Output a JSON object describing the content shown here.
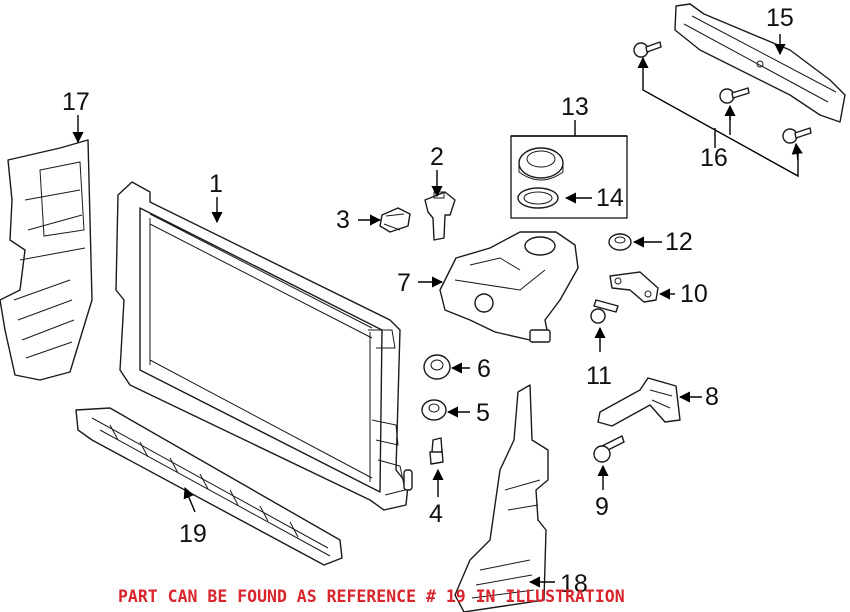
{
  "diagram": {
    "callouts": [
      "1",
      "2",
      "3",
      "4",
      "5",
      "6",
      "7",
      "8",
      "9",
      "10",
      "11",
      "12",
      "13",
      "14",
      "15",
      "16",
      "17",
      "18",
      "19"
    ],
    "footer_note": "PART CAN BE FOUND AS REFERENCE # 19 IN ILLUSTRATION",
    "note_color": "#d8262c",
    "line_color": "#1a1a1a",
    "parts": [
      "radiator",
      "bleed-valve",
      "rubber-mount",
      "bolt",
      "mount-bushing",
      "mount-bushing-upper",
      "expansion-tank",
      "bracket",
      "bolt",
      "bracket",
      "bolt",
      "bushing",
      "cap-assembly",
      "seal-ring",
      "upper-cover-panel",
      "bolts",
      "side-air-duct-left",
      "side-air-duct-right",
      "lower-air-guide"
    ]
  }
}
